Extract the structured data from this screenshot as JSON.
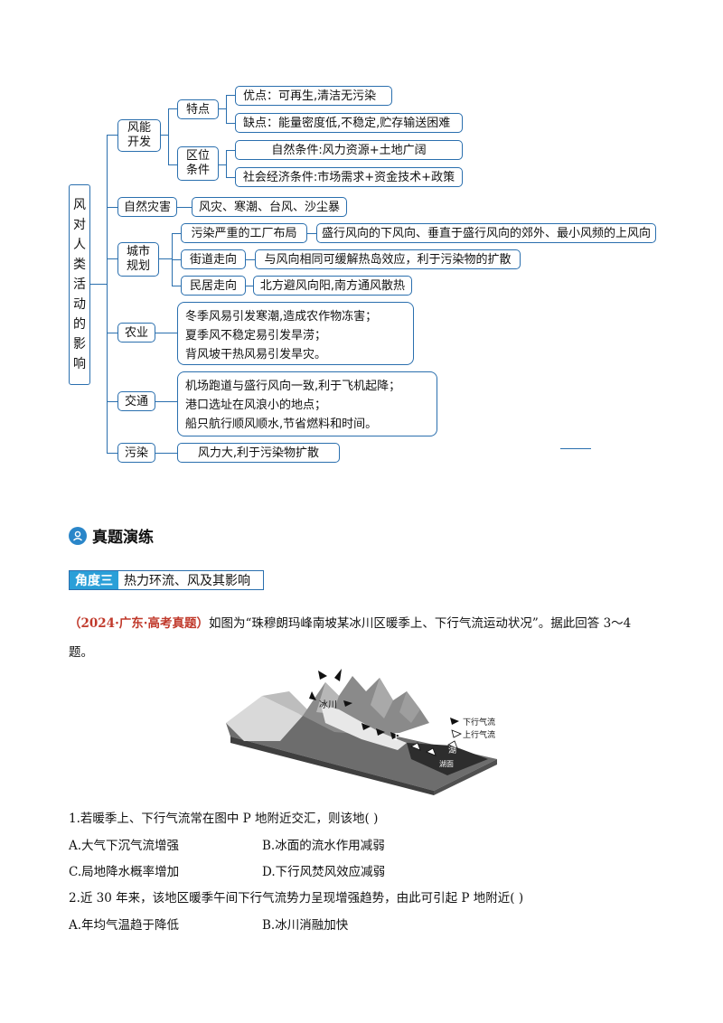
{
  "mindmap": {
    "root": [
      "风",
      "对",
      "人",
      "类",
      "活",
      "动",
      "的",
      "影",
      "响"
    ],
    "wind_energy": {
      "label_lines": [
        "风能",
        "开发"
      ],
      "features": {
        "label": "特点",
        "advantage": "优点：可再生,清洁无污染",
        "disadvantage": "缺点：能量密度低,不稳定,贮存输送困难"
      },
      "location": {
        "label_lines": [
          "区位",
          "条件"
        ],
        "natural": "自然条件:风力资源+土地广阔",
        "social": "社会经济条件:市场需求+资金技术+政策"
      }
    },
    "disaster": {
      "label": "自然灾害",
      "content": "风灾、寒潮、台风、沙尘暴"
    },
    "urban": {
      "label_lines": [
        "城市",
        "规划"
      ],
      "factory": {
        "label": "污染严重的工厂布局",
        "content": "盛行风向的下风向、垂直于盛行风向的郊外、最小风频的上风向"
      },
      "street": {
        "label": "街道走向",
        "content": "与风向相同可缓解热岛效应，利于污染物的扩散"
      },
      "housing": {
        "label": "民居走向",
        "content": "北方避风向阳,南方通风散热"
      }
    },
    "agriculture": {
      "label": "农业",
      "lines": [
        "冬季风易引发寒潮,造成农作物冻害；",
        "夏季风不稳定易引发旱涝；",
        "背风坡干热风易引发旱灾。"
      ]
    },
    "transport": {
      "label": "交通",
      "lines": [
        "机场跑道与盛行风向一致,利于飞机起降；",
        "港口选址在风浪小的地点；",
        "船只航行顺风顺水,节省燃料和时间。"
      ]
    },
    "pollution": {
      "label": "污染",
      "content": "风力大,利于污染物扩散"
    }
  },
  "section": {
    "title": "真题演练",
    "icon": "people-icon",
    "angle_tag": "角度三",
    "angle_title": "热力环流、风及其影响"
  },
  "intro": {
    "source": "（2024·广东·高考真题）",
    "text_line1": "如图为“珠穆朗玛峰南坡某冰川区暖季上、下行气流运动状况”。据此回答 3～4",
    "text_line2": "题。"
  },
  "figure": {
    "glacier_label": "冰川",
    "point_label": "P",
    "lake_label_1": "湖",
    "lake_label_2": "湖面",
    "legend_down": "下行气流",
    "legend_up": "上行气流"
  },
  "questions": [
    {
      "stem": "1.若暖季上、下行气流常在图中 P 地附近交汇，则该地(      )",
      "options": [
        "A.大气下沉气流增强",
        "B.冰面的流水作用减弱",
        "C.局地降水概率增加",
        "D.下行风焚风效应减弱"
      ]
    },
    {
      "stem": "2.近 30 年来，该地区暖季午间下行气流势力呈现增强趋势，由此可引起 P 地附近(      )",
      "options": [
        "A.年均气温趋于降低",
        "B.冰川消融加快"
      ]
    }
  ],
  "colors": {
    "accent": "#2a6fae",
    "tag": "#2a9fd8",
    "source": "#c0392b"
  }
}
